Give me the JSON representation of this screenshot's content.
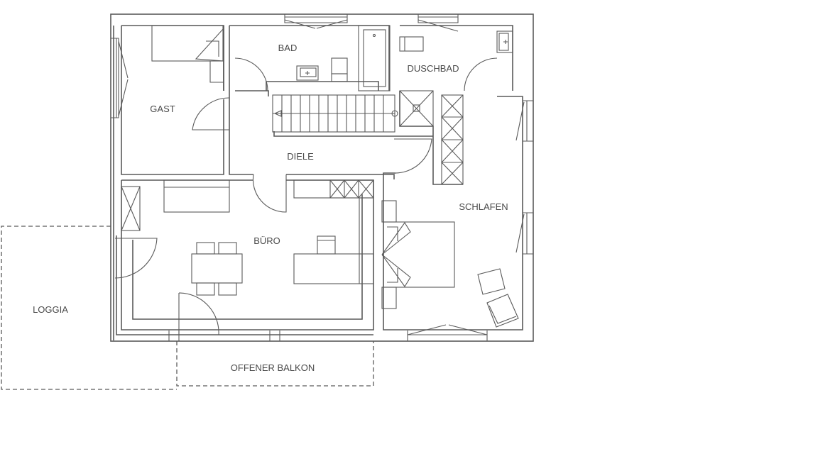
{
  "rooms": {
    "bad": "BAD",
    "duschbad": "DUSCHBAD",
    "gast": "GAST",
    "diele": "DIELE",
    "schlafen": "SCHLAFEN",
    "buero": "BÜRO",
    "loggia": "LOGGIA",
    "balkon": "OFFENER BALKON"
  }
}
